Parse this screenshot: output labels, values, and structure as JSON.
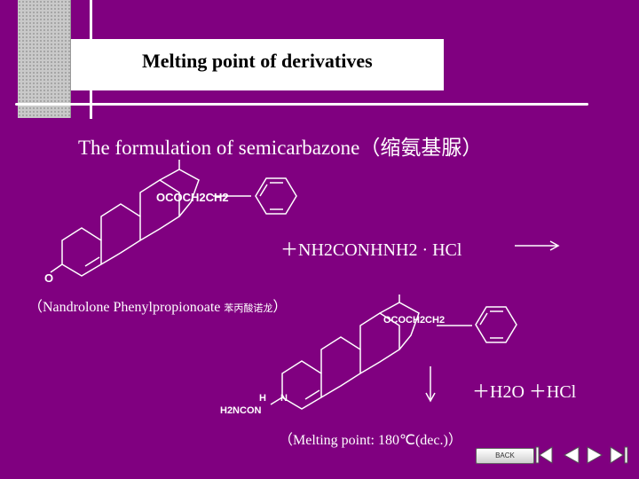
{
  "title": "Melting point of derivatives",
  "heading": "The formulation of semicarbazone（缩氨基脲）",
  "structures": {
    "top_substituent": "OCOCH2CH2",
    "top_ketone_O": "O",
    "bottom_substituent": "OCOCH2CH2",
    "bottom_h2ncon": "H2NCON",
    "bottom_H": "H",
    "bottom_N": "N"
  },
  "reagent": "＋NH2CONHNH2 · HCl",
  "caption": {
    "main": "（Nandrolone Phenylpropionoate ",
    "chinese": "苯丙酸诺龙",
    "close": "）"
  },
  "byproducts": "＋H2O ＋HCl",
  "melting_point": "（Melting point: 180℃(dec.)）",
  "nav": {
    "back_label": "BACK",
    "icons": [
      "first-icon",
      "prev-icon",
      "next-icon",
      "last-icon",
      "back-arrow-icon"
    ]
  },
  "colors": {
    "background": "#800080",
    "text": "#ffffff",
    "title": "#000000"
  }
}
